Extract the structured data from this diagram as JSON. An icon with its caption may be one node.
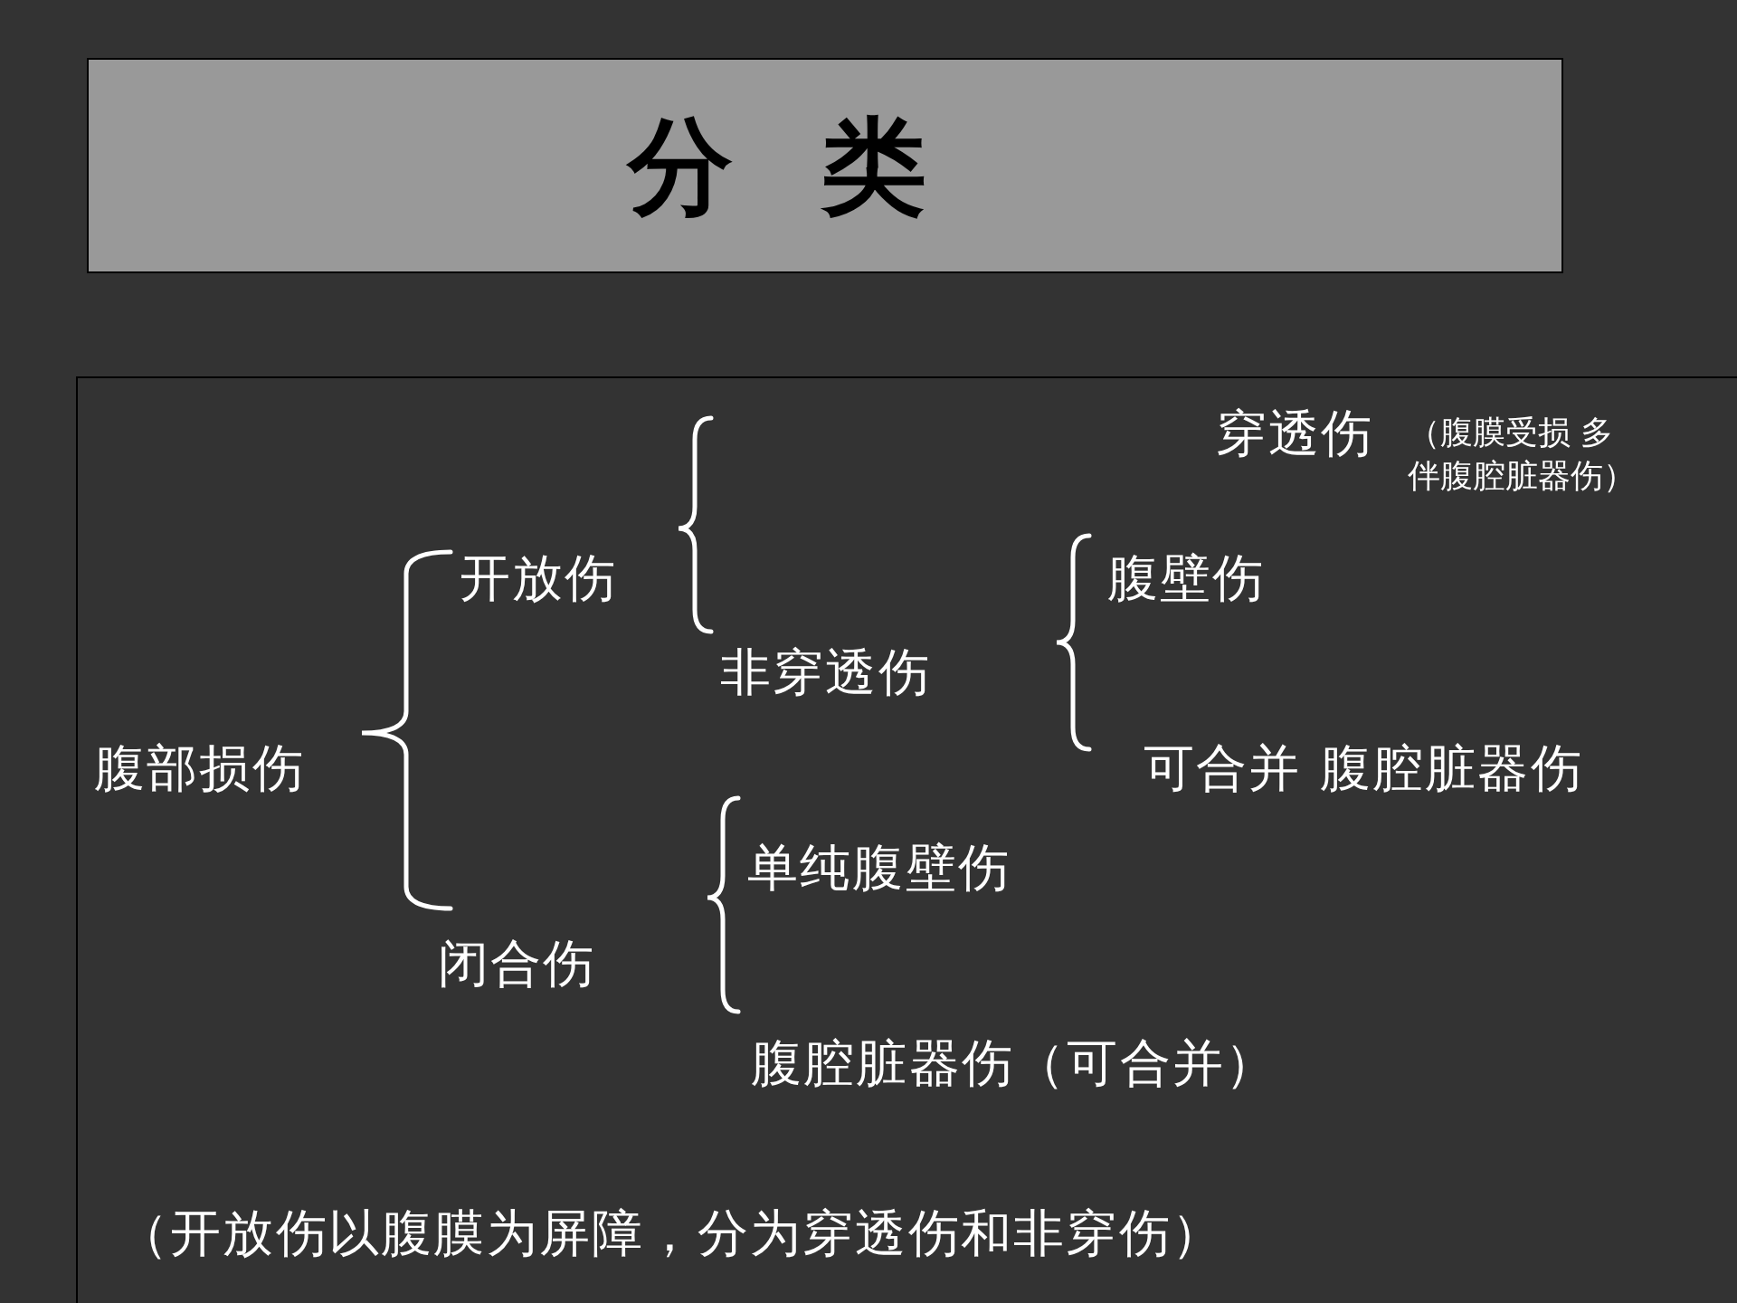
{
  "diagram": {
    "title": "分 类",
    "labels": [
      "穿透伤",
      "（腹膜受损 多伴腹腔脏器伤）",
      "开放伤",
      "腹壁伤",
      "非穿透伤",
      "腹部损伤",
      "可合并 腹腔脏器伤",
      "单纯腹壁伤",
      "闭合伤",
      "腹腔脏器伤（可合并）",
      "（开放伤以腹膜为屏障，分为穿透伤和非穿伤）"
    ]
  }
}
